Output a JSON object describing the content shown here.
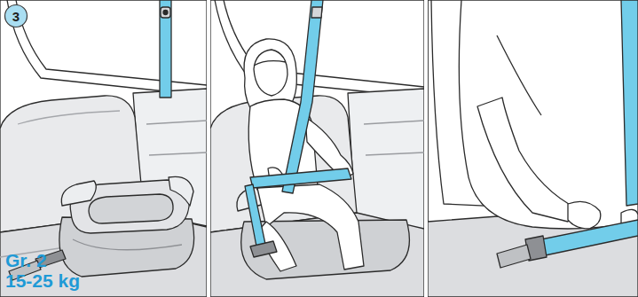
{
  "diagram": {
    "nodes": [
      {
        "text": [
          "3"
        ]
      }
    ],
    "labels": [
      "Gr. 2",
      "15-25 kg"
    ]
  }
}
